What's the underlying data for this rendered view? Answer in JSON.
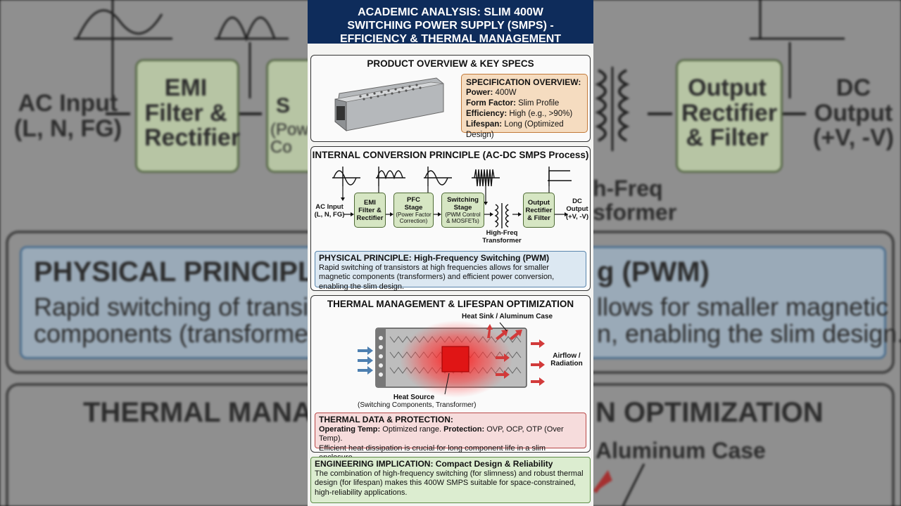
{
  "header": {
    "title_lines": [
      "ACADEMIC ANALYSIS: SLIM 400W",
      "SWITCHING POWER SUPPLY (SMPS) -",
      "EFFICIENCY & THERMAL MANAGEMENT"
    ]
  },
  "overview": {
    "title": "PRODUCT OVERVIEW & KEY SPECS",
    "spec_title": "SPECIFICATION OVERVIEW:",
    "specs": [
      {
        "label": "Power:",
        "value": "400W"
      },
      {
        "label": "Form Factor:",
        "value": "Slim Profile"
      },
      {
        "label": "Efficiency:",
        "value": "High (e.g., >90%)"
      },
      {
        "label": "Lifespan:",
        "value": "Long (Optimized Design)"
      }
    ]
  },
  "conversion": {
    "title": "INTERNAL CONVERSION PRINCIPLE (AC-DC SMPS Process)",
    "ac_input": [
      "AC Input",
      "(L, N, FG)"
    ],
    "stages": [
      {
        "name": [
          "EMI",
          "Filter &",
          "Rectifier"
        ],
        "sub": []
      },
      {
        "name": [
          "PFC",
          "Stage"
        ],
        "sub": [
          "(Power Factor",
          "Correction)"
        ]
      },
      {
        "name": [
          "Switching",
          "Stage"
        ],
        "sub": [
          "(PWM Control",
          "& MOSFETs)"
        ]
      },
      {
        "name": [
          "Output",
          "Rectifier",
          "& Filter"
        ],
        "sub": []
      }
    ],
    "transformer": [
      "High-Freq",
      "Transformer"
    ],
    "dc_output": [
      "DC",
      "Output",
      "(+V, -V)"
    ],
    "physical_title": "PHYSICAL PRINCIPLE: High-Frequency Switching (PWM)",
    "physical_text": "Rapid switching of transistors at high frequencies allows for smaller magnetic components (transformers) and efficient power conversion, enabling the slim design."
  },
  "thermal": {
    "title": "THERMAL MANAGEMENT & LIFESPAN OPTIMIZATION",
    "heat_sink_label": "Heat Sink / Aluminum Case",
    "airflow_label": [
      "Airflow /",
      "Radiation"
    ],
    "heat_source_label": [
      "Heat Source",
      "(Switching Components, Transformer)"
    ],
    "data_title": "THERMAL DATA & PROTECTION:",
    "data_items": [
      {
        "label": "Operating Temp:",
        "value": "Optimized range."
      },
      {
        "label": "Protection:",
        "value": "OVP, OCP, OTP (Over Temp)."
      }
    ],
    "data_text": "Efficient heat dissipation is crucial for long component life in a slim enclosure."
  },
  "implication": {
    "title": "ENGINEERING IMPLICATION: Compact Design & Reliability",
    "text": "The combination of high-frequency switching (for slimness) and robust thermal design (for lifespan) makes this 400W SMPS suitable for space-constrained, high-reliability applications."
  },
  "background": {
    "ac_input": [
      "AC Input",
      "(L, N, FG)"
    ],
    "emi": [
      "EMI",
      "Filter &",
      "Rectifier"
    ],
    "output": [
      "Output",
      "Rectifier",
      "& Filter"
    ],
    "dc": [
      "DC",
      "Output",
      "(+V, -V)"
    ],
    "transformer": [
      "h-Freq",
      "sformer"
    ],
    "physical": "PHYSICAL PRINCIPLE:",
    "pwm": "g (PWM)",
    "left_text": [
      "Rapid switching of transis",
      "components (transformers)"
    ],
    "right_text": [
      "llows for smaller magnetic",
      "n, enabling the slim design."
    ],
    "thermal_left": "THERMAL MANA",
    "thermal_right": "N OPTIMIZATION",
    "aluminum": "Aluminum Case",
    "s_partial": [
      "S",
      "(Pow",
      "Co"
    ]
  },
  "colors": {
    "header_bg": "#0e2c5b",
    "stage_green": "#d6e6c3",
    "spec_orange": "#f5dcc0",
    "info_blue": "#dce8f2",
    "info_red": "#f6dcdc",
    "info_green": "#dcedd0"
  }
}
